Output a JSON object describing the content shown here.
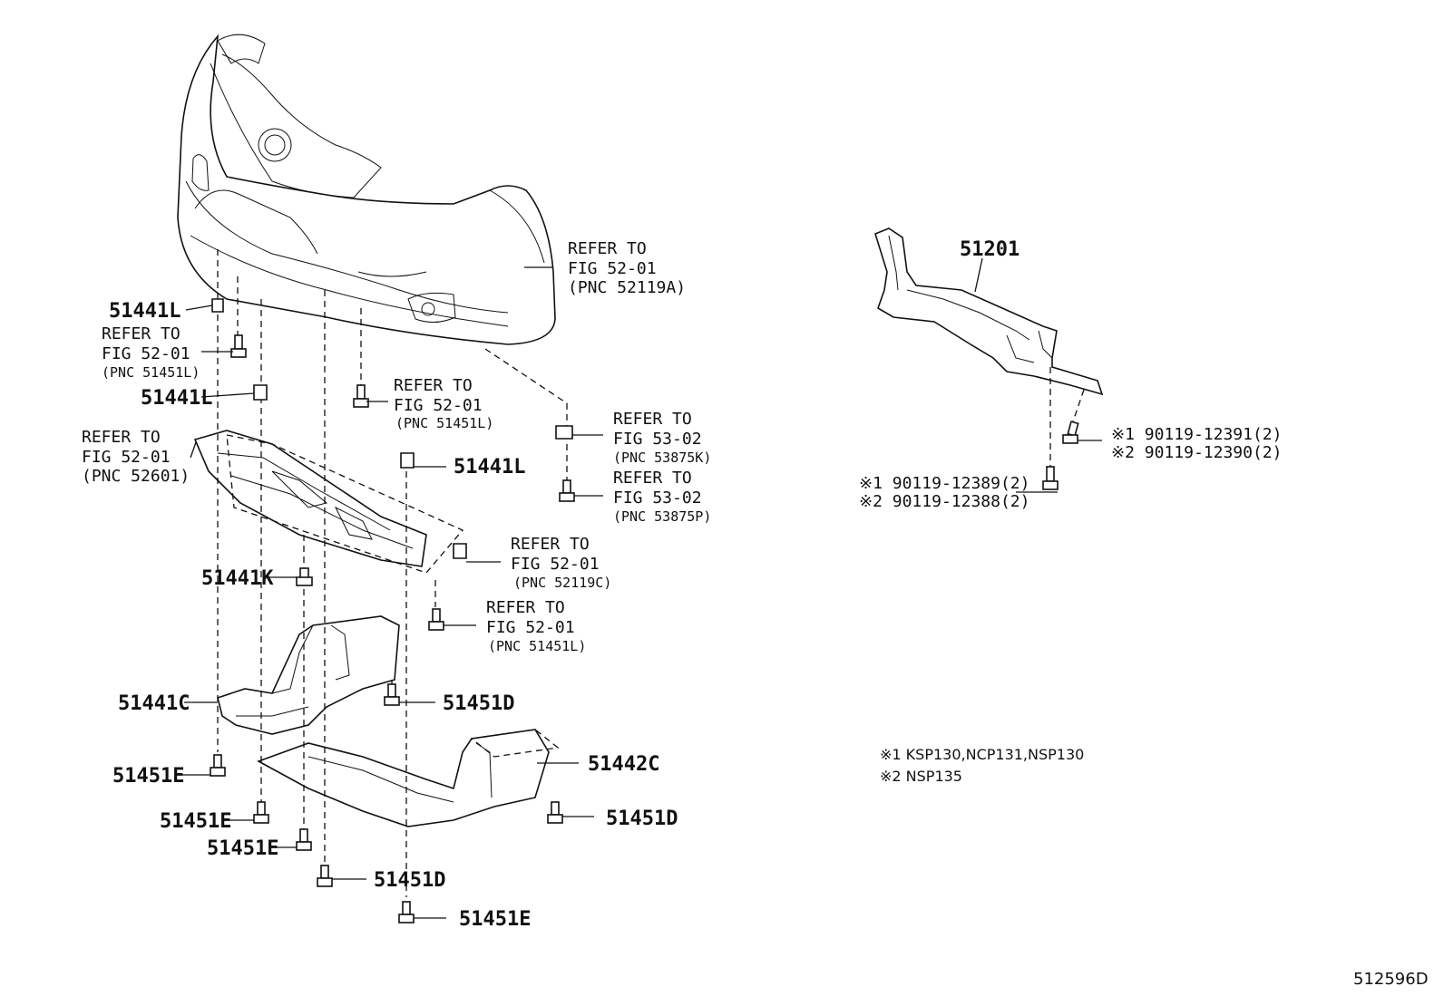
{
  "diagram_number": "512596D",
  "labels": {
    "l_51441L_a": "51441L",
    "ref_a_1": "REFER TO",
    "ref_a_2": "FIG 52-01",
    "ref_a_3": "(PNC 51451L)",
    "l_51441L_b": "51441L",
    "ref_b_1": "REFER TO",
    "ref_b_2": "FIG 52-01",
    "ref_b_3": "(PNC 52601)",
    "ref_c_1": "REFER TO",
    "ref_c_2": "FIG 52-01",
    "ref_c_3": "(PNC 52119A)",
    "ref_d_1": "REFER TO",
    "ref_d_2": "FIG 52-01",
    "ref_d_3": "(PNC 51451L)",
    "ref_e_1": "REFER TO",
    "ref_e_2": "FIG 53-02",
    "ref_e_3": "(PNC 53875K)",
    "ref_f_1": "REFER TO",
    "ref_f_2": "FIG 53-02",
    "ref_f_3": "(PNC 53875P)",
    "l_51441L_c": "51441L",
    "ref_g_1": "REFER TO",
    "ref_g_2": "FIG 52-01",
    "ref_g_3": "(PNC 52119C)",
    "l_51441K": "51441K",
    "ref_h_1": "REFER TO",
    "ref_h_2": "FIG 52-01",
    "ref_h_3": "(PNC 51451L)",
    "l_51441C": "51441C",
    "l_51451D_a": "51451D",
    "l_51442C": "51442C",
    "l_51451E_a": "51451E",
    "l_51451D_b": "51451D",
    "l_51451E_b": "51451E",
    "l_51451E_c": "51451E",
    "l_51451D_c": "51451D",
    "l_51451E_d": "51451E",
    "l_51201": "51201",
    "bolt_r1_1": "※1 90119-12391(2)",
    "bolt_r1_2": "※2 90119-12390(2)",
    "bolt_r2_1": "※1 90119-12389(2)",
    "bolt_r2_2": "※2 90119-12388(2)",
    "note_1": "※1 KSP130,NCP131,NSP130",
    "note_2": "※2 NSP135"
  }
}
